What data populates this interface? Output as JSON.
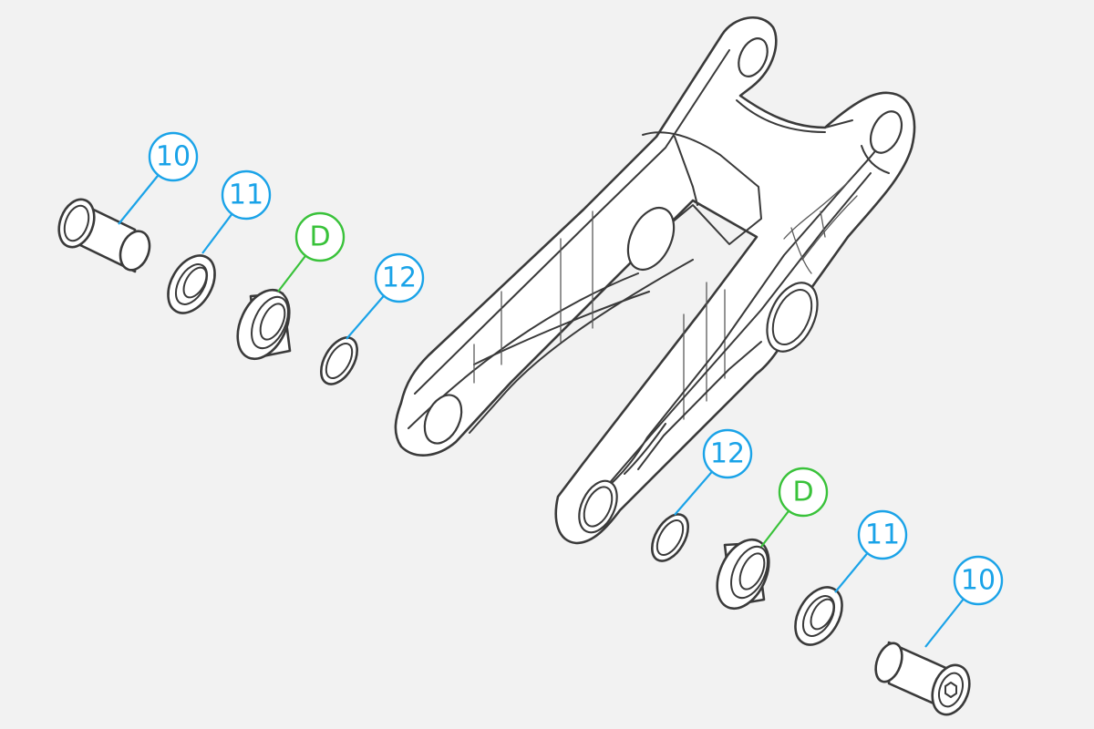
{
  "colors": {
    "background": "#f2f2f2",
    "part_stroke": "#3a3a3a",
    "callout_blue": "#1aa3e8",
    "callout_green": "#39c23a"
  },
  "callouts": {
    "left_10": "10",
    "left_11": "11",
    "left_d": "D",
    "left_12": "12",
    "right_12": "12",
    "right_d": "D",
    "right_11": "11",
    "right_10": "10"
  }
}
